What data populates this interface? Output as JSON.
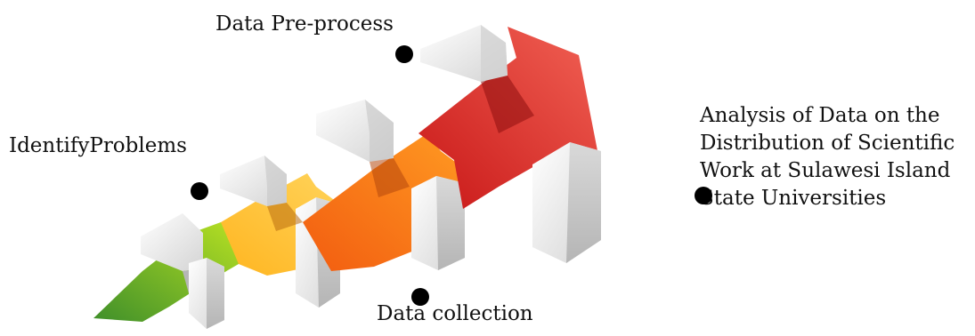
{
  "steps": [
    {
      "id": "identify",
      "label": "IdentifyProblems",
      "color": "#8cc63f"
    },
    {
      "id": "collection",
      "label": "Data collection",
      "color": "#f7a21a"
    },
    {
      "id": "preprocess",
      "label": "Data Pre-process",
      "color": "#f26c1c"
    },
    {
      "id": "analysis",
      "label": "Analysis of Data on the Distribution of Scientific Work at Sulawesi Island State Universities",
      "color": "#e03a33"
    }
  ],
  "colors": {
    "green_light": "#b6e023",
    "green_dark": "#3f8f2a",
    "yellow": "#ffc341",
    "orange_light": "#ff9a22",
    "orange_dark": "#f46b12",
    "red_light": "#f26255",
    "red_dark": "#c81717",
    "block_face": "#e9e9e9",
    "block_side": "#c9c9c9",
    "bullet": "#000000"
  }
}
